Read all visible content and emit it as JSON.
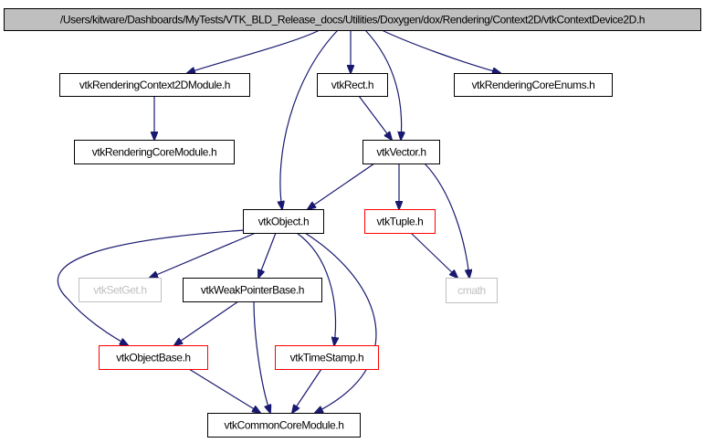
{
  "diagram": {
    "nodes": [
      {
        "id": "root",
        "label": "/Users/kitware/Dashboards/MyTests/VTK_BLD_Release_docs/Utilities/Doxygen/dox/Rendering/Context2D/vtkContextDevice2D.h",
        "style": "root"
      },
      {
        "id": "ctx2dmodule",
        "label": "vtkRenderingContext2DModule.h",
        "style": "normal"
      },
      {
        "id": "rect",
        "label": "vtkRect.h",
        "style": "normal"
      },
      {
        "id": "coreenums",
        "label": "vtkRenderingCoreEnums.h",
        "style": "normal"
      },
      {
        "id": "rendcoremodule",
        "label": "vtkRenderingCoreModule.h",
        "style": "normal"
      },
      {
        "id": "vector",
        "label": "vtkVector.h",
        "style": "normal"
      },
      {
        "id": "object",
        "label": "vtkObject.h",
        "style": "normal"
      },
      {
        "id": "tuple",
        "label": "vtkTuple.h",
        "style": "truncated"
      },
      {
        "id": "setget",
        "label": "vtkSetGet.h",
        "style": "external"
      },
      {
        "id": "weakptr",
        "label": "vtkWeakPointerBase.h",
        "style": "normal"
      },
      {
        "id": "cmath",
        "label": "cmath",
        "style": "external"
      },
      {
        "id": "objectbase",
        "label": "vtkObjectBase.h",
        "style": "truncated"
      },
      {
        "id": "timestamp",
        "label": "vtkTimeStamp.h",
        "style": "truncated"
      },
      {
        "id": "commoncore",
        "label": "vtkCommonCoreModule.h",
        "style": "normal"
      }
    ],
    "edges": [
      {
        "from": "root",
        "to": "ctx2dmodule"
      },
      {
        "from": "root",
        "to": "rect"
      },
      {
        "from": "root",
        "to": "coreenums"
      },
      {
        "from": "root",
        "to": "vector"
      },
      {
        "from": "root",
        "to": "object"
      },
      {
        "from": "ctx2dmodule",
        "to": "rendcoremodule"
      },
      {
        "from": "rect",
        "to": "vector"
      },
      {
        "from": "vector",
        "to": "object"
      },
      {
        "from": "vector",
        "to": "tuple"
      },
      {
        "from": "vector",
        "to": "cmath"
      },
      {
        "from": "tuple",
        "to": "cmath"
      },
      {
        "from": "object",
        "to": "setget"
      },
      {
        "from": "object",
        "to": "weakptr"
      },
      {
        "from": "object",
        "to": "objectbase"
      },
      {
        "from": "object",
        "to": "timestamp"
      },
      {
        "from": "object",
        "to": "commoncore"
      },
      {
        "from": "weakptr",
        "to": "objectbase"
      },
      {
        "from": "weakptr",
        "to": "commoncore"
      },
      {
        "from": "objectbase",
        "to": "commoncore"
      },
      {
        "from": "timestamp",
        "to": "commoncore"
      }
    ],
    "colors": {
      "edge": "#191970",
      "root_fill": "#bfbfbf",
      "node_border": "#000000",
      "truncated_border": "#ff0000",
      "external_border": "#bfbfbf",
      "text": "#000000",
      "external_text": "#bfbfbf"
    }
  }
}
